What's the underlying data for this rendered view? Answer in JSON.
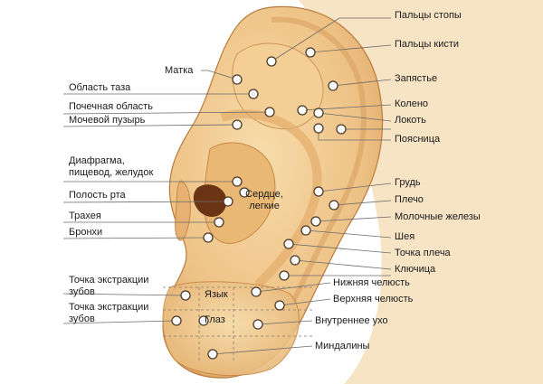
{
  "title": "",
  "colors": {
    "skin_light": "#f6d7a3",
    "skin_mid": "#e9b877",
    "skin_dark": "#c98a46",
    "canal": "#6b3414",
    "line": "#6b6b6b",
    "point_fill": "#ffffff",
    "point_stroke": "#4a3a2a"
  },
  "labels": {
    "toes": "Пальцы стопы",
    "fingers": "Пальцы кисти",
    "wrist": "Запястье",
    "knee": "Колено",
    "elbow": "Локоть",
    "lower_back": "Поясница",
    "chest": "Грудь",
    "shoulder": "Плечо",
    "mammary": "Молочные железы",
    "neck": "Шея",
    "shoulder_point": "Точка плеча",
    "collarbone": "Ключица",
    "lower_jaw": "Нижняя челюсть",
    "upper_jaw": "Верхняя челюсть",
    "inner_ear": "Внутреннее ухо",
    "tonsils": "Миндалины",
    "uterus": "Матка",
    "pelvis": "Область таза",
    "kidney": "Почечная область",
    "bladder": "Мочевой пузырь",
    "diaphragm": "Диафрагма, пищевод, желудок",
    "mouth": "Полость рта",
    "trachea": "Трахея",
    "bronchi": "Бронхи",
    "heart": "Сердце, легкие",
    "tooth_1": "Точка экстракции зубов",
    "tooth_2": "Точка экстракции зубов",
    "tongue": "Язык",
    "eye": "Глаз"
  }
}
